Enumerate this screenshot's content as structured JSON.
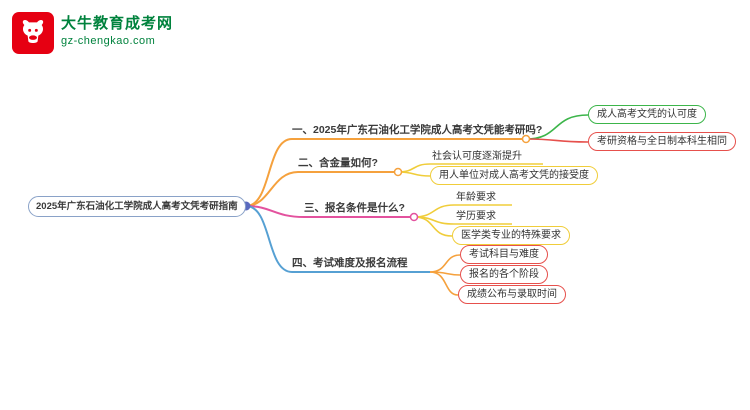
{
  "brand": {
    "name": "大牛教育成考网",
    "domain": "gz-chengkao.com",
    "logo_icon": "bull-icon",
    "colors": {
      "logo_red": "#e60012",
      "text_green": "#00823d"
    }
  },
  "mindmap": {
    "root": {
      "label": "2025年广东石油化工学院成人高考文凭考研指南",
      "border_color": "#8aa2c8",
      "junction_color": "#5a6abf"
    },
    "branches": [
      {
        "label": "一、2025年广东石油化工学院成人高考文凭能考研吗?",
        "color": "#f5a13d",
        "children": [
          {
            "label": "成人高考文凭的认可度",
            "color": "#3cb54a",
            "style": "pill"
          },
          {
            "label": "考研资格与全日制本科生相同",
            "color": "#e6504c",
            "style": "pill"
          }
        ]
      },
      {
        "label": "二、含金量如何?",
        "color": "#f5a13d",
        "children": [
          {
            "label": "社会认可度逐渐提升",
            "color": "#f0cd3a",
            "style": "underline"
          },
          {
            "label": "用人单位对成人高考文凭的接受度",
            "color": "#f0cd3a",
            "style": "pill"
          }
        ]
      },
      {
        "label": "三、报名条件是什么?",
        "color": "#e3529e",
        "children": [
          {
            "label": "年龄要求",
            "color": "#f0cd3a",
            "style": "underline"
          },
          {
            "label": "学历要求",
            "color": "#f0cd3a",
            "style": "underline"
          },
          {
            "label": "医学类专业的特殊要求",
            "color": "#f0cd3a",
            "style": "pill"
          }
        ]
      },
      {
        "label": "四、考试难度及报名流程",
        "color": "#56a0d3",
        "children": [
          {
            "label": "考试科目与难度",
            "color": "#e6504c",
            "style": "pill"
          },
          {
            "label": "报名的各个阶段",
            "color": "#e6504c",
            "style": "pill"
          },
          {
            "label": "成绩公布与录取时间",
            "color": "#e6504c",
            "style": "pill"
          }
        ]
      }
    ]
  }
}
